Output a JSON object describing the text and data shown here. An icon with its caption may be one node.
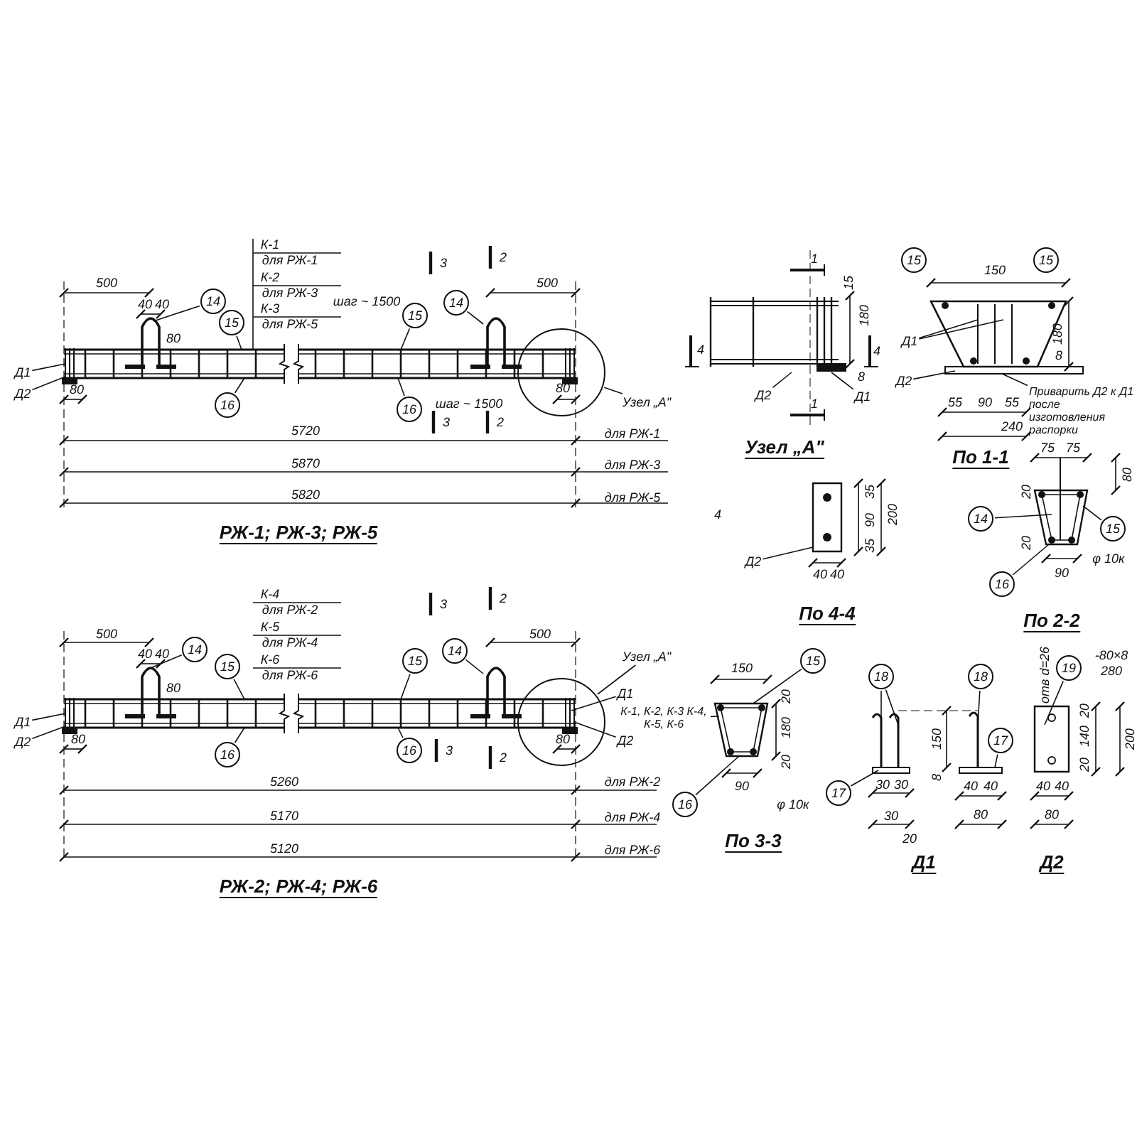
{
  "diagram": {
    "nodes": [
      {
        "text": [
          "14"
        ]
      },
      {
        "text": [
          "15"
        ]
      },
      {
        "text": [
          "15"
        ]
      },
      {
        "text": [
          "14"
        ]
      },
      {
        "text": [
          "Д1"
        ]
      },
      {
        "text": [
          "Д2"
        ]
      },
      {
        "text": [
          "16"
        ]
      },
      {
        "text": [
          "16"
        ]
      },
      {
        "text": [],
        "shape": "circle"
      },
      {
        "text": [
          "Узел „А\""
        ]
      },
      {
        "text": [
          "Д2"
        ]
      },
      {
        "text": [
          "Д1"
        ]
      },
      {
        "text": [
          "15"
        ]
      },
      {
        "text": [
          "15"
        ]
      },
      {
        "text": [
          "Д1"
        ]
      },
      {
        "text": [
          "Д2"
        ]
      },
      {
        "text": [
          "Приварить Д2 к Д1 после изготовления распорки"
        ]
      },
      {
        "text": [
          "14"
        ]
      },
      {
        "text": [
          "15"
        ]
      },
      {
        "text": [
          "16"
        ]
      },
      {
        "text": [
          "14"
        ]
      },
      {
        "text": [
          "15"
        ]
      },
      {
        "text": [
          "15"
        ]
      },
      {
        "text": [
          "14"
        ]
      },
      {
        "text": [
          "Д1"
        ]
      },
      {
        "text": [
          "Д2"
        ]
      },
      {
        "text": [
          "16"
        ]
      },
      {
        "text": [
          "16"
        ]
      },
      {
        "text": [],
        "shape": "circle"
      },
      {
        "text": [
          "Узел „А\""
        ]
      },
      {
        "text": [
          "Д1"
        ]
      },
      {
        "text": [
          "К-1, К-2, К-3 К-4, К-5, К-6"
        ]
      },
      {
        "text": [
          "Д2"
        ]
      },
      {
        "text": [
          "15"
        ]
      },
      {
        "text": [
          "16"
        ]
      },
      {
        "text": [
          "18"
        ]
      },
      {
        "text": [
          "18"
        ]
      },
      {
        "text": [
          "17"
        ]
      },
      {
        "text": [
          "17"
        ]
      },
      {
        "text": [
          "19"
        ]
      },
      {
        "text": [],
        "shape": "picture"
      },
      {
        "text": [],
        "shape": "picture"
      },
      {
        "text": [],
        "shape": "picture"
      },
      {
        "text": [],
        "shape": "picture"
      },
      {
        "text": [],
        "shape": "picture"
      },
      {
        "text": [],
        "shape": "picture"
      },
      {
        "text": [],
        "shape": "picture"
      },
      {
        "text": [],
        "shape": "picture"
      },
      {
        "text": [
          "Д2"
        ]
      },
      {
        "text": [],
        "shape": "picture"
      }
    ],
    "edges": [
      {
        "from": 0,
        "to": 40,
        "arrow": "none"
      },
      {
        "from": 1,
        "to": 40,
        "arrow": "none"
      },
      {
        "from": 2,
        "to": 40,
        "arrow": "none"
      },
      {
        "from": 3,
        "to": 40,
        "arrow": "none"
      },
      {
        "from": 4,
        "to": 40,
        "arrow": "none"
      },
      {
        "from": 5,
        "to": 40,
        "arrow": "none"
      },
      {
        "from": 6,
        "to": 40,
        "arrow": "none"
      },
      {
        "from": 7,
        "to": 40,
        "arrow": "none"
      },
      {
        "from": 9,
        "to": 8,
        "arrow": "none"
      },
      {
        "from": 10,
        "to": 41,
        "arrow": "none"
      },
      {
        "from": 11,
        "to": 41,
        "arrow": "none"
      },
      {
        "from": 14,
        "to": 42,
        "arrow": "none"
      },
      {
        "from": 14,
        "to": 42,
        "arrow": "none"
      },
      {
        "from": 15,
        "to": 42,
        "arrow": "none"
      },
      {
        "from": 16,
        "to": 42,
        "arrow": "none"
      },
      {
        "from": 17,
        "to": 43,
        "arrow": "none"
      },
      {
        "from": 18,
        "to": 43,
        "arrow": "none"
      },
      {
        "from": 19,
        "to": 43,
        "arrow": "none"
      },
      {
        "from": 20,
        "to": 44,
        "arrow": "none"
      },
      {
        "from": 21,
        "to": 44,
        "arrow": "none"
      },
      {
        "from": 22,
        "to": 44,
        "arrow": "none"
      },
      {
        "from": 23,
        "to": 44,
        "arrow": "none"
      },
      {
        "from": 24,
        "to": 44,
        "arrow": "none"
      },
      {
        "from": 25,
        "to": 44,
        "arrow": "none"
      },
      {
        "from": 26,
        "to": 44,
        "arrow": "none"
      },
      {
        "from": 27,
        "to": 44,
        "arrow": "none"
      },
      {
        "from": 29,
        "to": 28,
        "arrow": "none"
      },
      {
        "from": 30,
        "to": 44,
        "arrow": "none"
      },
      {
        "from": 32,
        "to": 44,
        "arrow": "none"
      },
      {
        "from": 31,
        "to": 45,
        "arrow": "none"
      },
      {
        "from": 33,
        "to": 45,
        "arrow": "none"
      },
      {
        "from": 34,
        "to": 45,
        "arrow": "none"
      },
      {
        "from": 35,
        "to": 46,
        "arrow": "none"
      },
      {
        "from": 35,
        "to": 46,
        "arrow": "none"
      },
      {
        "from": 36,
        "to": 46,
        "arrow": "none"
      },
      {
        "from": 37,
        "to": 46,
        "arrow": "none"
      },
      {
        "from": 38,
        "to": 46,
        "arrow": "none"
      },
      {
        "from": 39,
        "to": 47,
        "arrow": "none"
      },
      {
        "from": 48,
        "to": 49,
        "arrow": "none"
      }
    ],
    "labels": [
      "К-1",
      "для РЖ-1",
      "К-2",
      "для РЖ-3",
      "К-3",
      "для РЖ-5",
      "3",
      "2",
      "500",
      "40",
      "40",
      "80",
      "шаг ~ 1500",
      "500",
      "80",
      "80",
      "шаг ~ 1500",
      "3",
      "2",
      "5720",
      "для РЖ-1",
      "5870",
      "для РЖ-3",
      "5820",
      "для РЖ-5",
      "РЖ-1; РЖ-3; РЖ-5",
      "1",
      "15",
      "180",
      "4",
      "4",
      "8",
      "1",
      "Узел „А\"",
      "150",
      "180",
      "8",
      "55",
      "90",
      "55",
      "240",
      "По 1-1",
      "4",
      "35",
      "90",
      "200",
      "35",
      "40",
      "40",
      "По 4-4",
      "75",
      "75",
      "80",
      "20",
      "20",
      "φ 10к",
      "90",
      "По 2-2",
      "К-4",
      "для РЖ-2",
      "К-5",
      "для РЖ-4",
      "К-6",
      "для РЖ-6",
      "3",
      "2",
      "500",
      "40",
      "40",
      "80",
      "500",
      "80",
      "80",
      "3",
      "2",
      "5260",
      "для РЖ-2",
      "5170",
      "для РЖ-4",
      "5120",
      "для РЖ-6",
      "РЖ-2; РЖ-4; РЖ-6",
      "150",
      "20",
      "180",
      "20",
      "90",
      "φ 10к",
      "По 3-3",
      "150",
      "8",
      "30",
      "30",
      "30",
      "20",
      "40",
      "40",
      "80",
      "Д1",
      "отв d=26",
      "-80×8",
      "280",
      "20",
      "140",
      "200",
      "20",
      "40",
      "40",
      "80",
      "Д2"
    ]
  }
}
